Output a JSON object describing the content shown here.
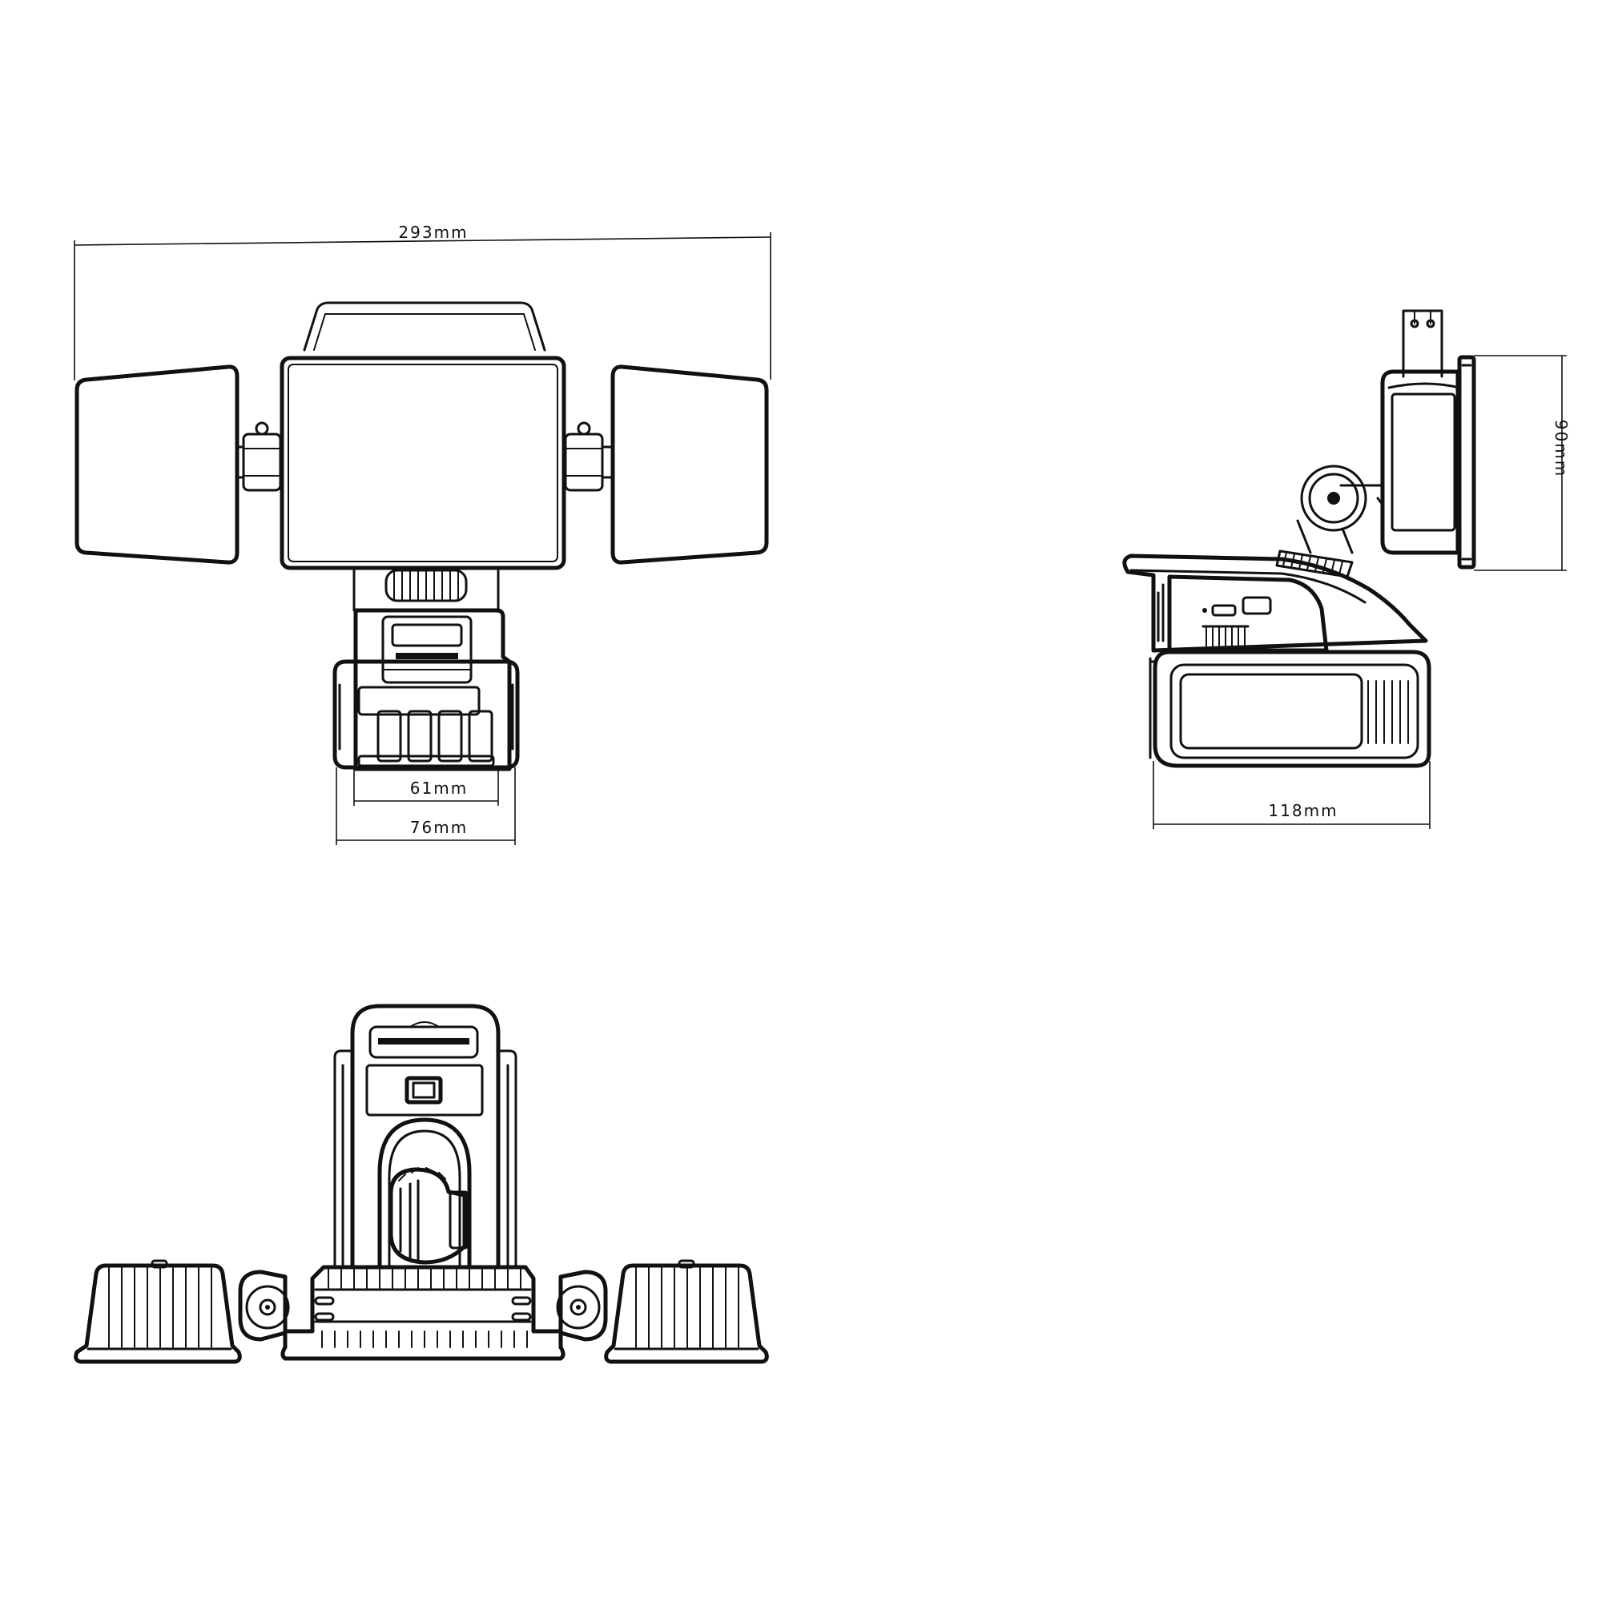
{
  "dimensions": {
    "overall_width": "293mm",
    "housing_width": "61mm",
    "base_width": "76mm",
    "depth": "118mm",
    "head_height": "90mm"
  },
  "colors": {
    "line": "#111111",
    "background": "#ffffff"
  }
}
